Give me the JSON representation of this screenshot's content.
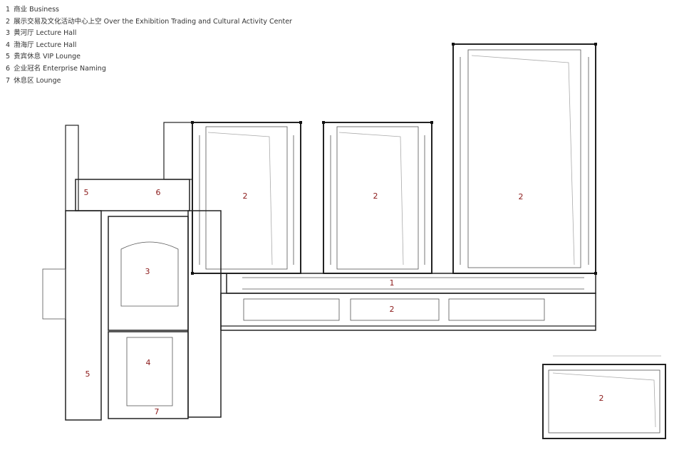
{
  "legend": [
    {
      "num": "1",
      "text": "商业  Business"
    },
    {
      "num": "2",
      "text": "展示交易及文化活动中心上空  Over the Exhibition Trading and Cultural Activity Center"
    },
    {
      "num": "3",
      "text": "黄河厅  Lecture Hall"
    },
    {
      "num": "4",
      "text": "渤海厅  Lecture Hall"
    },
    {
      "num": "5",
      "text": "贵宾休息  VIP Lounge"
    },
    {
      "num": "6",
      "text": "企业冠名  Enterprise Naming"
    },
    {
      "num": "7",
      "text": "休息区  Lounge"
    }
  ],
  "labels": {
    "hall_a": "2",
    "hall_b": "2",
    "hall_c": "2",
    "concourse": "2",
    "annex": "2",
    "business": "1",
    "lecture_hall_3": "3",
    "lecture_hall_4": "4",
    "vip_top": "5",
    "vip_bottom": "5",
    "naming": "6",
    "lounge": "7"
  },
  "colors": {
    "line": "#222222",
    "label": "#8b1a1a"
  }
}
